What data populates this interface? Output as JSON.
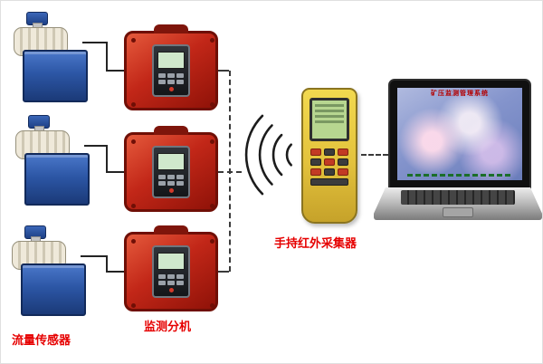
{
  "labels": {
    "flow_sensor": "流量传感器",
    "monitor_unit": "监测分机",
    "handheld_collector": "手持红外采集器"
  },
  "laptop": {
    "screen_title": "矿压监测管理系统"
  },
  "colors": {
    "label_red": "#e60000",
    "case_red": "#c22718",
    "sensor_box_blue": "#2c56a5",
    "handheld_yellow": "#e3c23c",
    "lcd_green": "#b7d690",
    "panel_screen_green": "#cfe8cc",
    "laptop_screen_blue": "#8494cc"
  },
  "icons": {
    "wireless_signal": "wifi-arcs"
  }
}
